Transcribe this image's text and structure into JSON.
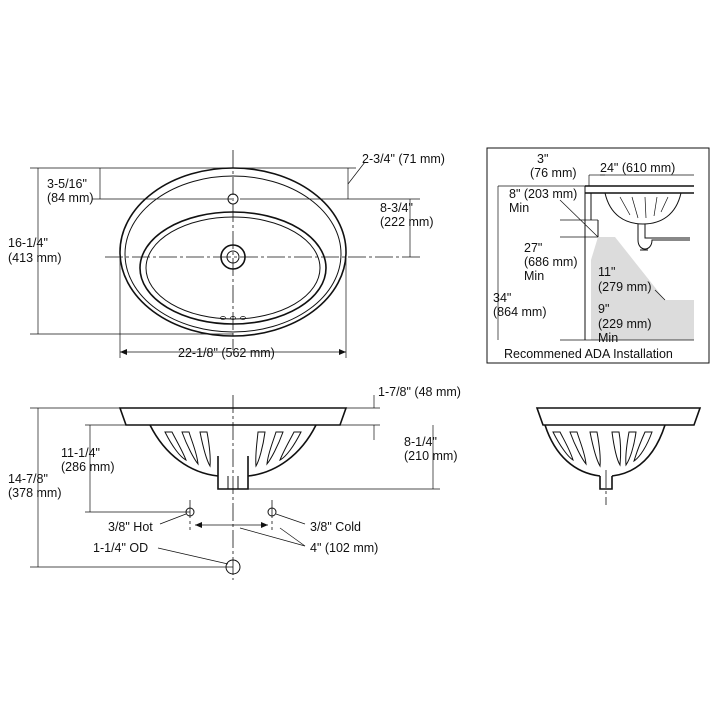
{
  "top_view": {
    "overflow_offset": "2-3/4\" (71 mm)",
    "faucet_offset_a": "3-5/16\"",
    "faucet_offset_b": "(84 mm)",
    "drain_offset_a": "8-3/4\"",
    "drain_offset_b": "(222 mm)",
    "depth_a": "16-1/4\"",
    "depth_b": "(413 mm)",
    "width": "22-1/8\" (562 mm)"
  },
  "front_view": {
    "rim_height": "1-7/8\" (48 mm)",
    "bowl_depth_a": "8-1/4\"",
    "bowl_depth_b": "(210 mm)",
    "drain_depth_a": "11-1/4\"",
    "drain_depth_b": "(286 mm)",
    "overall_height_a": "14-7/8\"",
    "overall_height_b": "(378 mm)",
    "hot_label": "3/8\" Hot",
    "cold_label": "3/8\" Cold",
    "supply_spacing": "4\" (102 mm)",
    "drain_od": "1-1/4\" OD"
  },
  "ada_inset": {
    "dim_3_a": "3\"",
    "dim_3_b": "(76 mm)",
    "dim_24": "24\" (610 mm)",
    "dim_8_a": "8\" (203 mm)",
    "dim_8_b": "Min",
    "dim_27_a": "27\"",
    "dim_27_b": "(686 mm)",
    "dim_27_c": "Min",
    "dim_11_a": "11\"",
    "dim_11_b": "(279 mm)",
    "dim_34_a": "34\"",
    "dim_34_b": "(864 mm)",
    "dim_9_a": "9\"",
    "dim_9_b": "(229 mm)",
    "dim_9_c": "Min",
    "caption": "Recommened ADA Installation"
  }
}
